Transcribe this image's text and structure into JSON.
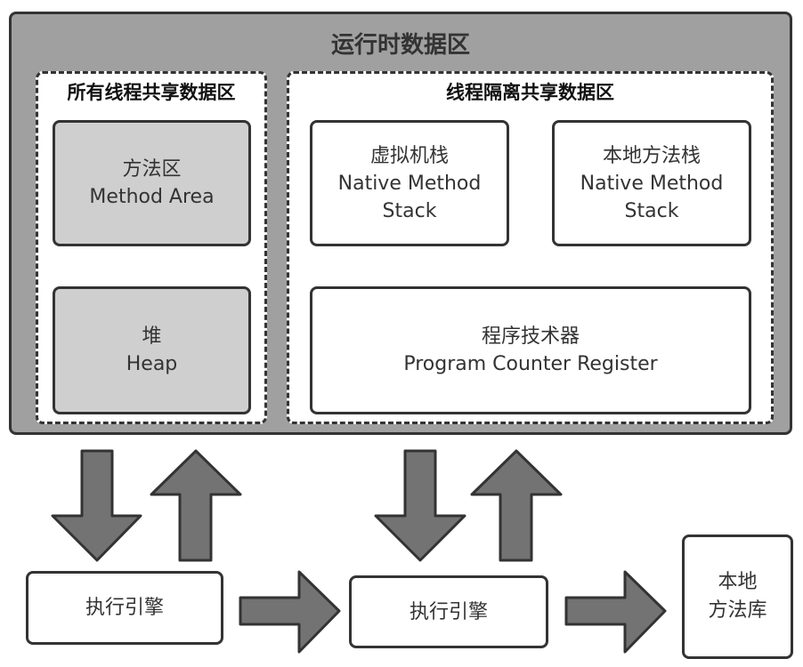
{
  "diagram": {
    "title": "运行时数据区",
    "colors": {
      "outer_fill": "#a0a0a0",
      "stroke": "#333333",
      "shared_box_fill": "#cfcfcf",
      "isolated_box_fill": "#ffffff",
      "arrow_fill": "#737373"
    },
    "shared_zone": {
      "title": "所有线程共享数据区",
      "boxes": [
        {
          "cn": "方法区",
          "en": "Method Area"
        },
        {
          "cn": "堆",
          "en": "Heap"
        }
      ]
    },
    "isolated_zone": {
      "title": "线程隔离共享数据区",
      "boxes": [
        {
          "cn": "虚拟机栈",
          "en1": "Native Method",
          "en2": "Stack"
        },
        {
          "cn": "本地方法栈",
          "en1": "Native Method",
          "en2": "Stack"
        },
        {
          "cn": "程序技术器",
          "en": "Program Counter Register"
        }
      ]
    },
    "bottom": {
      "exec_engine_1": "执行引擎",
      "exec_engine_2": "执行引擎",
      "native_library_line1": "本地",
      "native_library_line2": "方法库"
    },
    "arrows": [
      {
        "from": "runtime-shared-zone",
        "to": "exec-engine-1",
        "direction": "down"
      },
      {
        "from": "exec-engine-1",
        "to": "runtime-shared-zone",
        "direction": "up"
      },
      {
        "from": "runtime-isolated-zone",
        "to": "exec-engine-2",
        "direction": "down"
      },
      {
        "from": "exec-engine-2",
        "to": "runtime-isolated-zone",
        "direction": "up"
      },
      {
        "from": "exec-engine-1",
        "to": "exec-engine-2",
        "direction": "right"
      },
      {
        "from": "exec-engine-2",
        "to": "native-library",
        "direction": "right"
      }
    ]
  }
}
